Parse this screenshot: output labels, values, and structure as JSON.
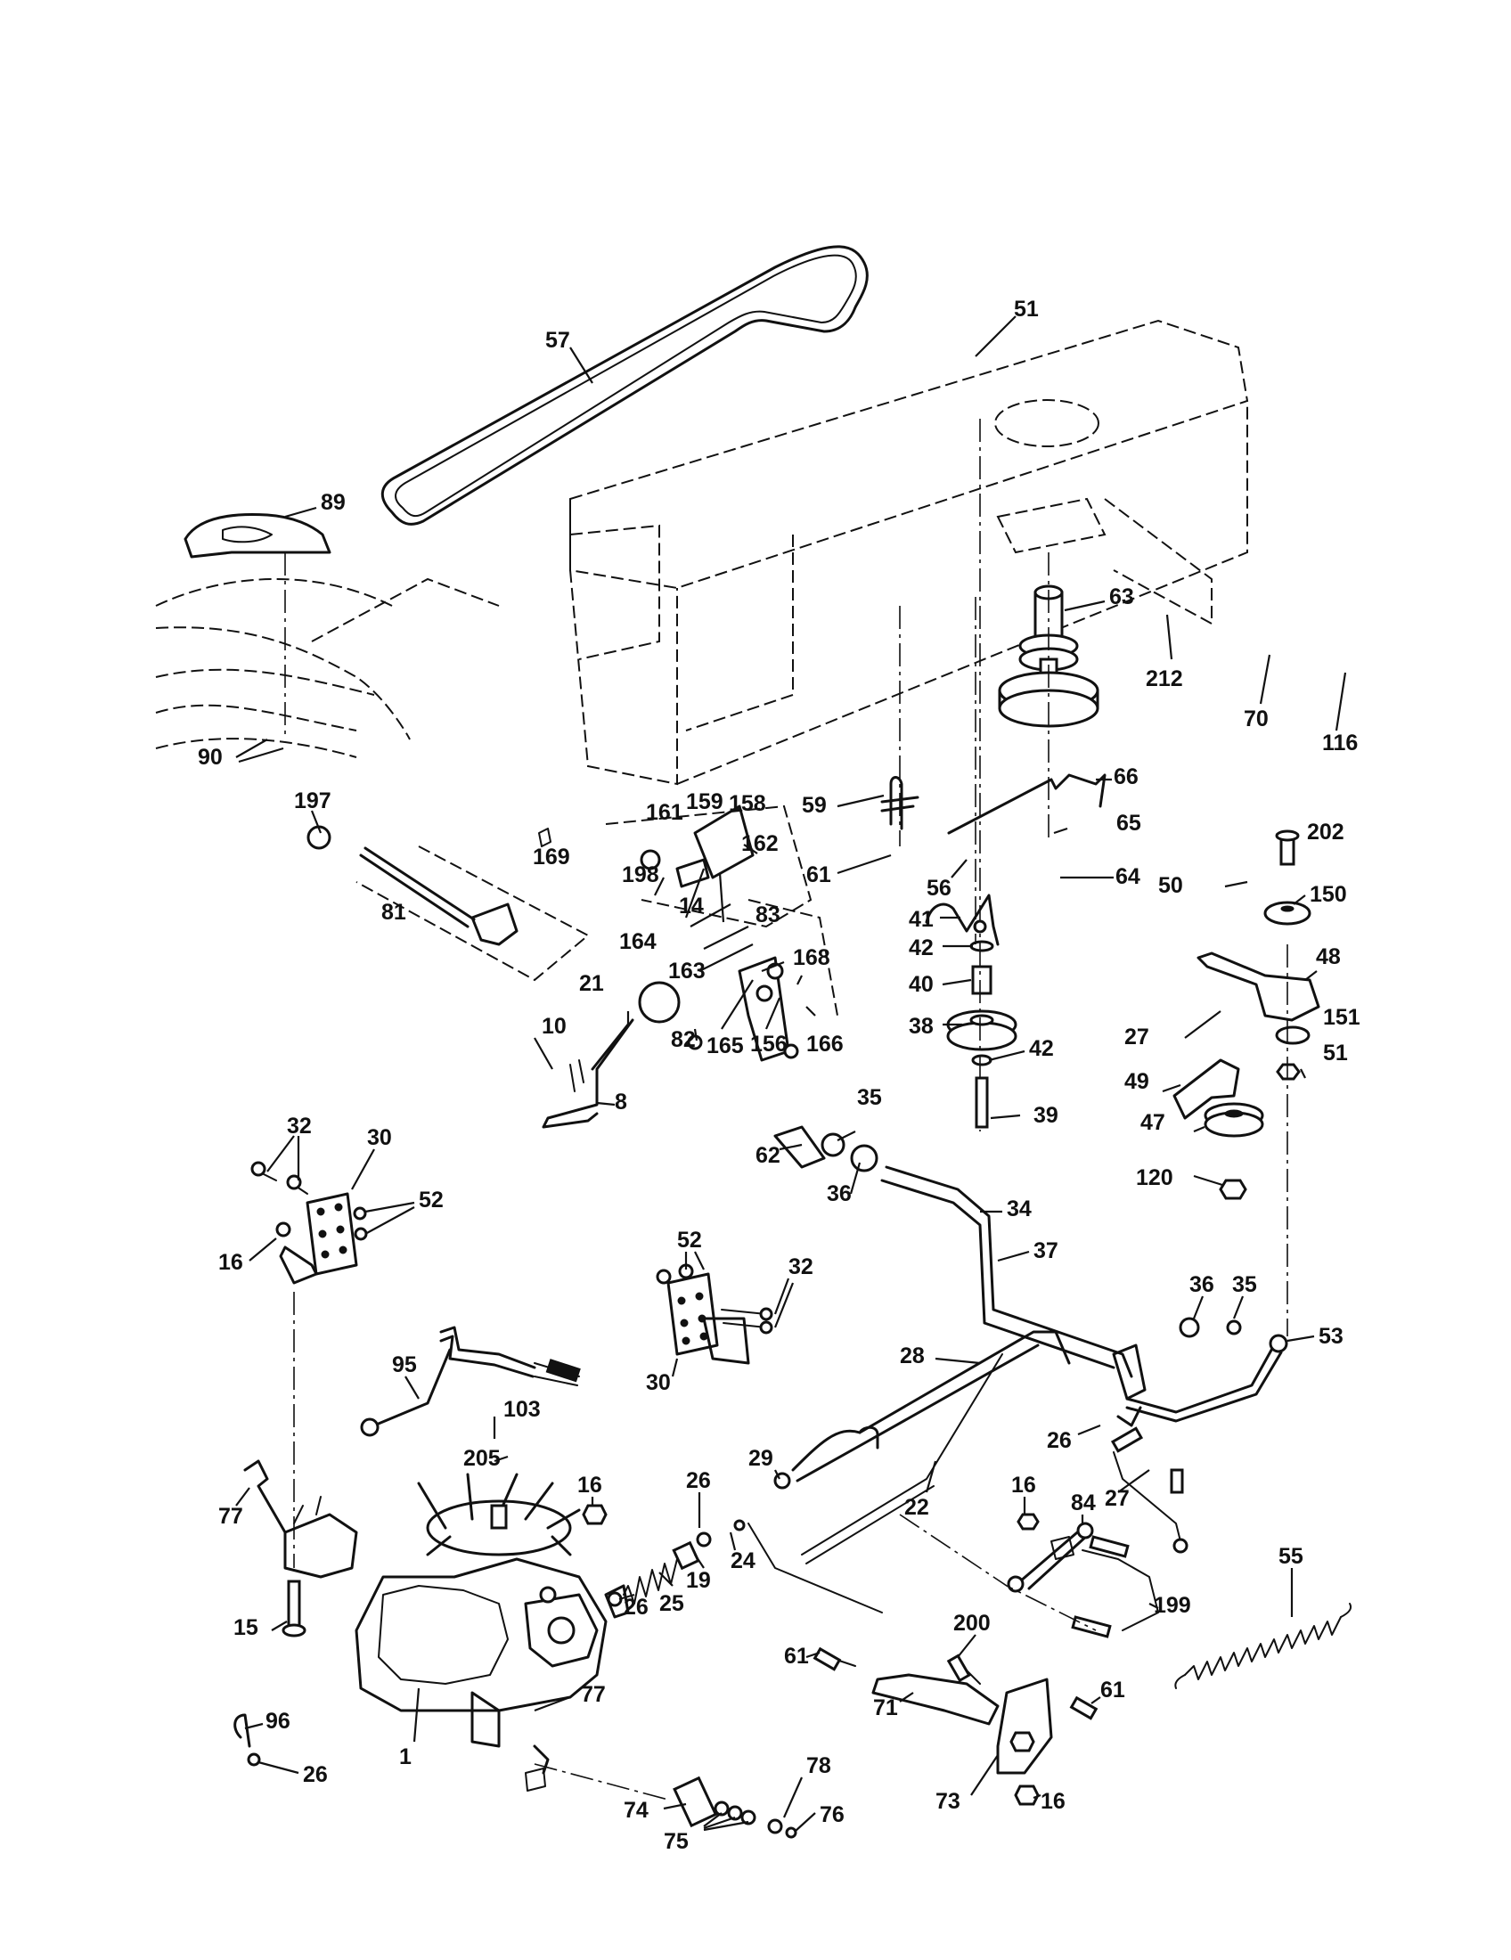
{
  "callouts": [
    "57",
    "51",
    "89",
    "63",
    "212",
    "70",
    "116",
    "90",
    "197",
    "59",
    "66",
    "161",
    "159",
    "158",
    "65",
    "169",
    "198",
    "162",
    "61",
    "56",
    "64",
    "202",
    "50",
    "150",
    "81",
    "14",
    "83",
    "41",
    "48",
    "164",
    "42",
    "163",
    "168",
    "21",
    "40",
    "27",
    "151",
    "10",
    "82",
    "165",
    "156",
    "166",
    "38",
    "42b",
    "51b",
    "49",
    "8",
    "39",
    "47",
    "62",
    "35",
    "36",
    "34",
    "120",
    "32",
    "30",
    "52",
    "16",
    "37",
    "36b",
    "35b",
    "52b",
    "32b",
    "95",
    "103",
    "28",
    "53",
    "30b",
    "26",
    "205",
    "29",
    "22",
    "27b",
    "16b",
    "84",
    "16c",
    "26b",
    "24",
    "77",
    "19",
    "25",
    "26c",
    "55",
    "15",
    "61b",
    "200",
    "199",
    "71",
    "61c",
    "96",
    "77b",
    "1",
    "74",
    "78",
    "26d",
    "75",
    "76",
    "73",
    "16d"
  ],
  "labels": {
    "57": "57",
    "51": "51",
    "89": "89",
    "63": "63",
    "212": "212",
    "70": "70",
    "116": "116",
    "90": "90",
    "197": "197",
    "59": "59",
    "66": "66",
    "161": "161",
    "159": "159",
    "158": "158",
    "65": "65",
    "169": "169",
    "198": "198",
    "162": "162",
    "61": "61",
    "56": "56",
    "64": "64",
    "202": "202",
    "50": "50",
    "150": "150",
    "81": "81",
    "14": "14",
    "83": "83",
    "41": "41",
    "48": "48",
    "164": "164",
    "42": "42",
    "163": "163",
    "168": "168",
    "21": "21",
    "40": "40",
    "27": "27",
    "151": "151",
    "10": "10",
    "82": "82",
    "165": "165",
    "156": "156",
    "166": "166",
    "38": "38",
    "42b": "42",
    "51b": "51",
    "49": "49",
    "8": "8",
    "39": "39",
    "47": "47",
    "62": "62",
    "35": "35",
    "36": "36",
    "34": "34",
    "120": "120",
    "32": "32",
    "30": "30",
    "52": "52",
    "16": "16",
    "37": "37",
    "36b": "36",
    "35b": "35",
    "52b": "52",
    "32b": "32",
    "95": "95",
    "103": "103",
    "28": "28",
    "53": "53",
    "30b": "30",
    "26": "26",
    "205": "205",
    "29": "29",
    "22": "22",
    "27b": "27",
    "16b": "16",
    "84": "84",
    "16c": "16",
    "26b": "26",
    "24": "24",
    "77": "77",
    "19": "19",
    "25": "25",
    "26c": "26",
    "55": "55",
    "15": "15",
    "61b": "61",
    "200": "200",
    "199": "199",
    "71": "71",
    "61c": "61",
    "96": "96",
    "77b": "77",
    "1": "1",
    "74": "74",
    "78": "78",
    "26d": "26",
    "75": "75",
    "76": "76",
    "73": "73",
    "16d": "16"
  }
}
